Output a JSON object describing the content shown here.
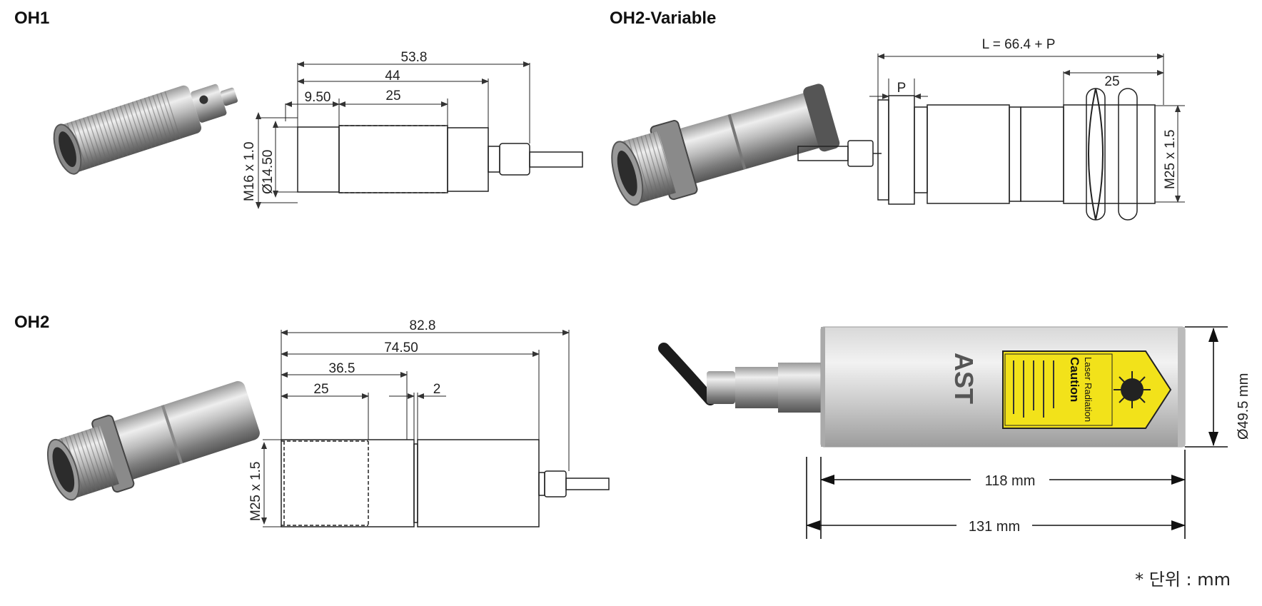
{
  "sections": {
    "oh1": "OH1",
    "oh2_variable": "OH2-Variable",
    "oh2": "OH2"
  },
  "oh1_drawing": {
    "overall": "53.8",
    "body": "44",
    "front": "9.50",
    "thread_len": "25",
    "thread": "M16 x 1.0",
    "diameter": "Ø14.50"
  },
  "oh2_variable_drawing": {
    "length": "L = 66.4 + P",
    "offset": "P",
    "thread_len": "25",
    "thread": "M25 x 1.5"
  },
  "oh2_drawing": {
    "overall": "82.8",
    "body": "74.50",
    "section": "36.5",
    "thread_len": "25",
    "groove": "2",
    "thread": "M25 x 1.5"
  },
  "ast_drawing": {
    "diameter": "Ø49.5 mm",
    "body_len": "118 mm",
    "overall_len": "131 mm",
    "brand": "AST",
    "label_title": "Caution",
    "label_sub": "Laser Radiation"
  },
  "unit_note": "* 단위 : mm"
}
